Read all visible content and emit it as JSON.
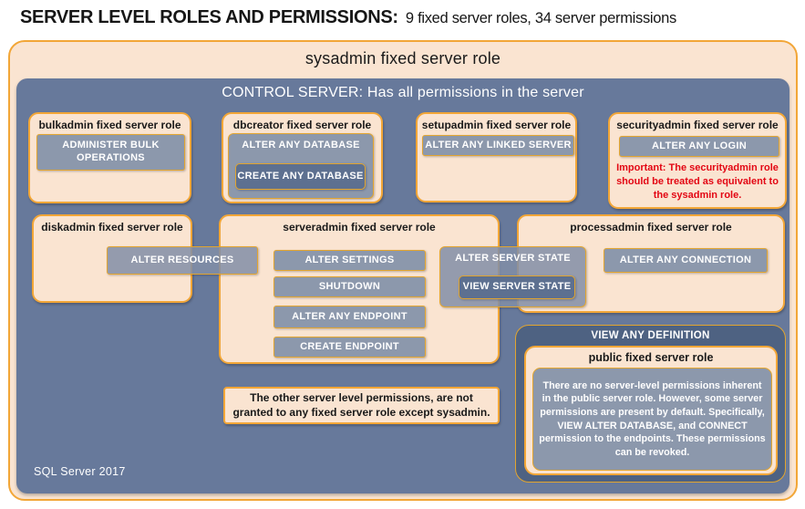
{
  "header": {
    "title_bold": "SERVER LEVEL ROLES AND PERMISSIONS:",
    "title_rest": "9 fixed server roles, 34 server permissions"
  },
  "sysadmin": {
    "title": "sysadmin fixed server role"
  },
  "control_server": {
    "title": "CONTROL SERVER: Has all permissions in the server"
  },
  "roles": {
    "bulkadmin": {
      "title": "bulkadmin fixed server role",
      "permission": "ADMINISTER BULK OPERATIONS"
    },
    "dbcreator": {
      "title": "dbcreator fixed server role",
      "permission": "ALTER ANY DATABASE",
      "nested_permission": "CREATE ANY DATABASE"
    },
    "setupadmin": {
      "title": "setupadmin fixed server role",
      "permission": "ALTER ANY LINKED SERVER"
    },
    "securityadmin": {
      "title": "securityadmin fixed server role",
      "permission": "ALTER ANY LOGIN",
      "warning": "Important: The securityadmin role should be treated as equivalent to the sysadmin role."
    },
    "diskadmin": {
      "title": "diskadmin fixed server role",
      "permission": "ALTER RESOURCES"
    },
    "serveradmin": {
      "title": "serveradmin fixed server role",
      "permissions": [
        "ALTER SETTINGS",
        "SHUTDOWN",
        "ALTER ANY ENDPOINT",
        "CREATE ENDPOINT"
      ],
      "shared_permission": "ALTER SERVER STATE",
      "shared_nested_permission": "VIEW SERVER STATE"
    },
    "processadmin": {
      "title": "processadmin fixed server role",
      "permission": "ALTER ANY CONNECTION"
    },
    "public": {
      "container_permission": "VIEW ANY DEFINITION",
      "title": "public fixed server role",
      "description": "There are no server-level permissions inherent in the public server role. However, some server permissions are present by default. Specifically, VIEW ALTER DATABASE, and CONNECT permission to the endpoints. These permissions can be revoked."
    }
  },
  "note": "The other server level permissions, are not granted to any fixed server role except sysadmin.",
  "footer": "SQL Server 2017",
  "colors": {
    "peach": "#fae4d1",
    "orange_border": "#f2a637",
    "slate_panel": "#67799b",
    "permission_chip": "#8c98ac",
    "nested_chip_dark": "#5d7090",
    "view_any_definition_panel": "#4e6282",
    "warning_red": "#e30613",
    "text_white": "#ffffff",
    "text_black": "#1a1a1a"
  }
}
